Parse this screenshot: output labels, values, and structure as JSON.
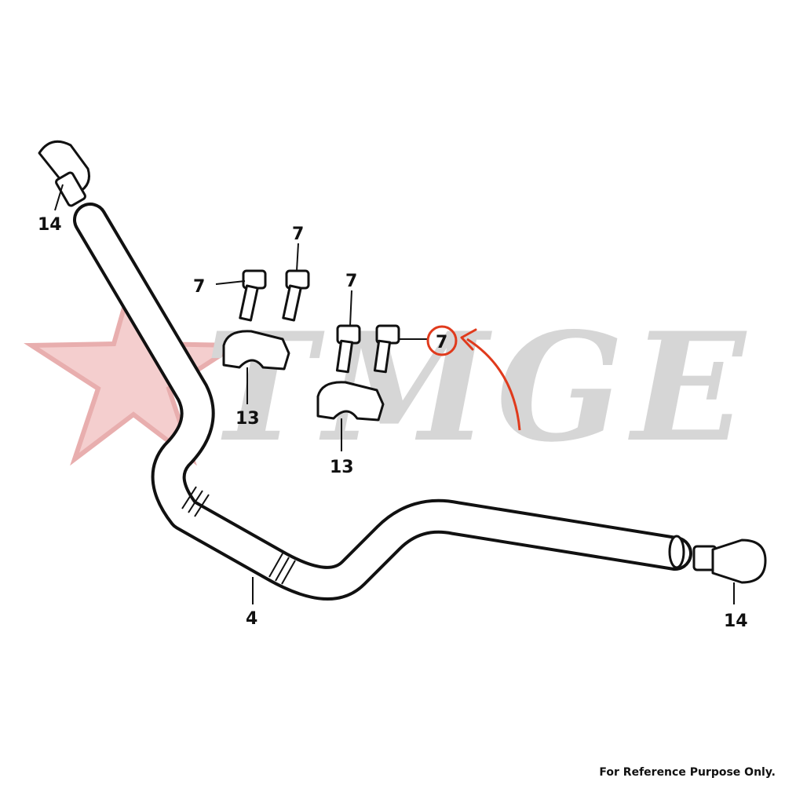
{
  "watermark": {
    "text": "TMGE",
    "star_color": "#e8a0a0",
    "letter_color": "#d4d4d4"
  },
  "callouts": {
    "grip_left": "14",
    "grip_right": "14",
    "handlebar": "4",
    "holder_left": "13",
    "holder_right": "13",
    "bolt_a": "7",
    "bolt_b": "7",
    "bolt_c": "7",
    "bolt_highlighted": "7"
  },
  "highlight_color": "#e03a1c",
  "footer": {
    "text": "For Reference Purpose Only."
  }
}
